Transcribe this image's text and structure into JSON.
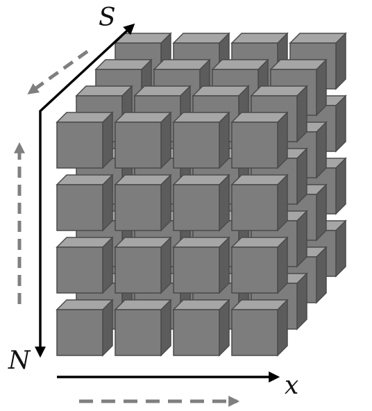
{
  "labels": {
    "s": "S",
    "n": "N",
    "x": "x"
  },
  "grid": {
    "columns": 4,
    "rows": 4,
    "layers": 4
  },
  "colors": {
    "cube_front": "#7d7d7d",
    "cube_top": "#a6a6a6",
    "cube_side": "#5c5c5c",
    "cube_edge": "#4a4a4a",
    "solid_arrow": "#000000",
    "dashed_arrow": "#7f7f7f"
  }
}
